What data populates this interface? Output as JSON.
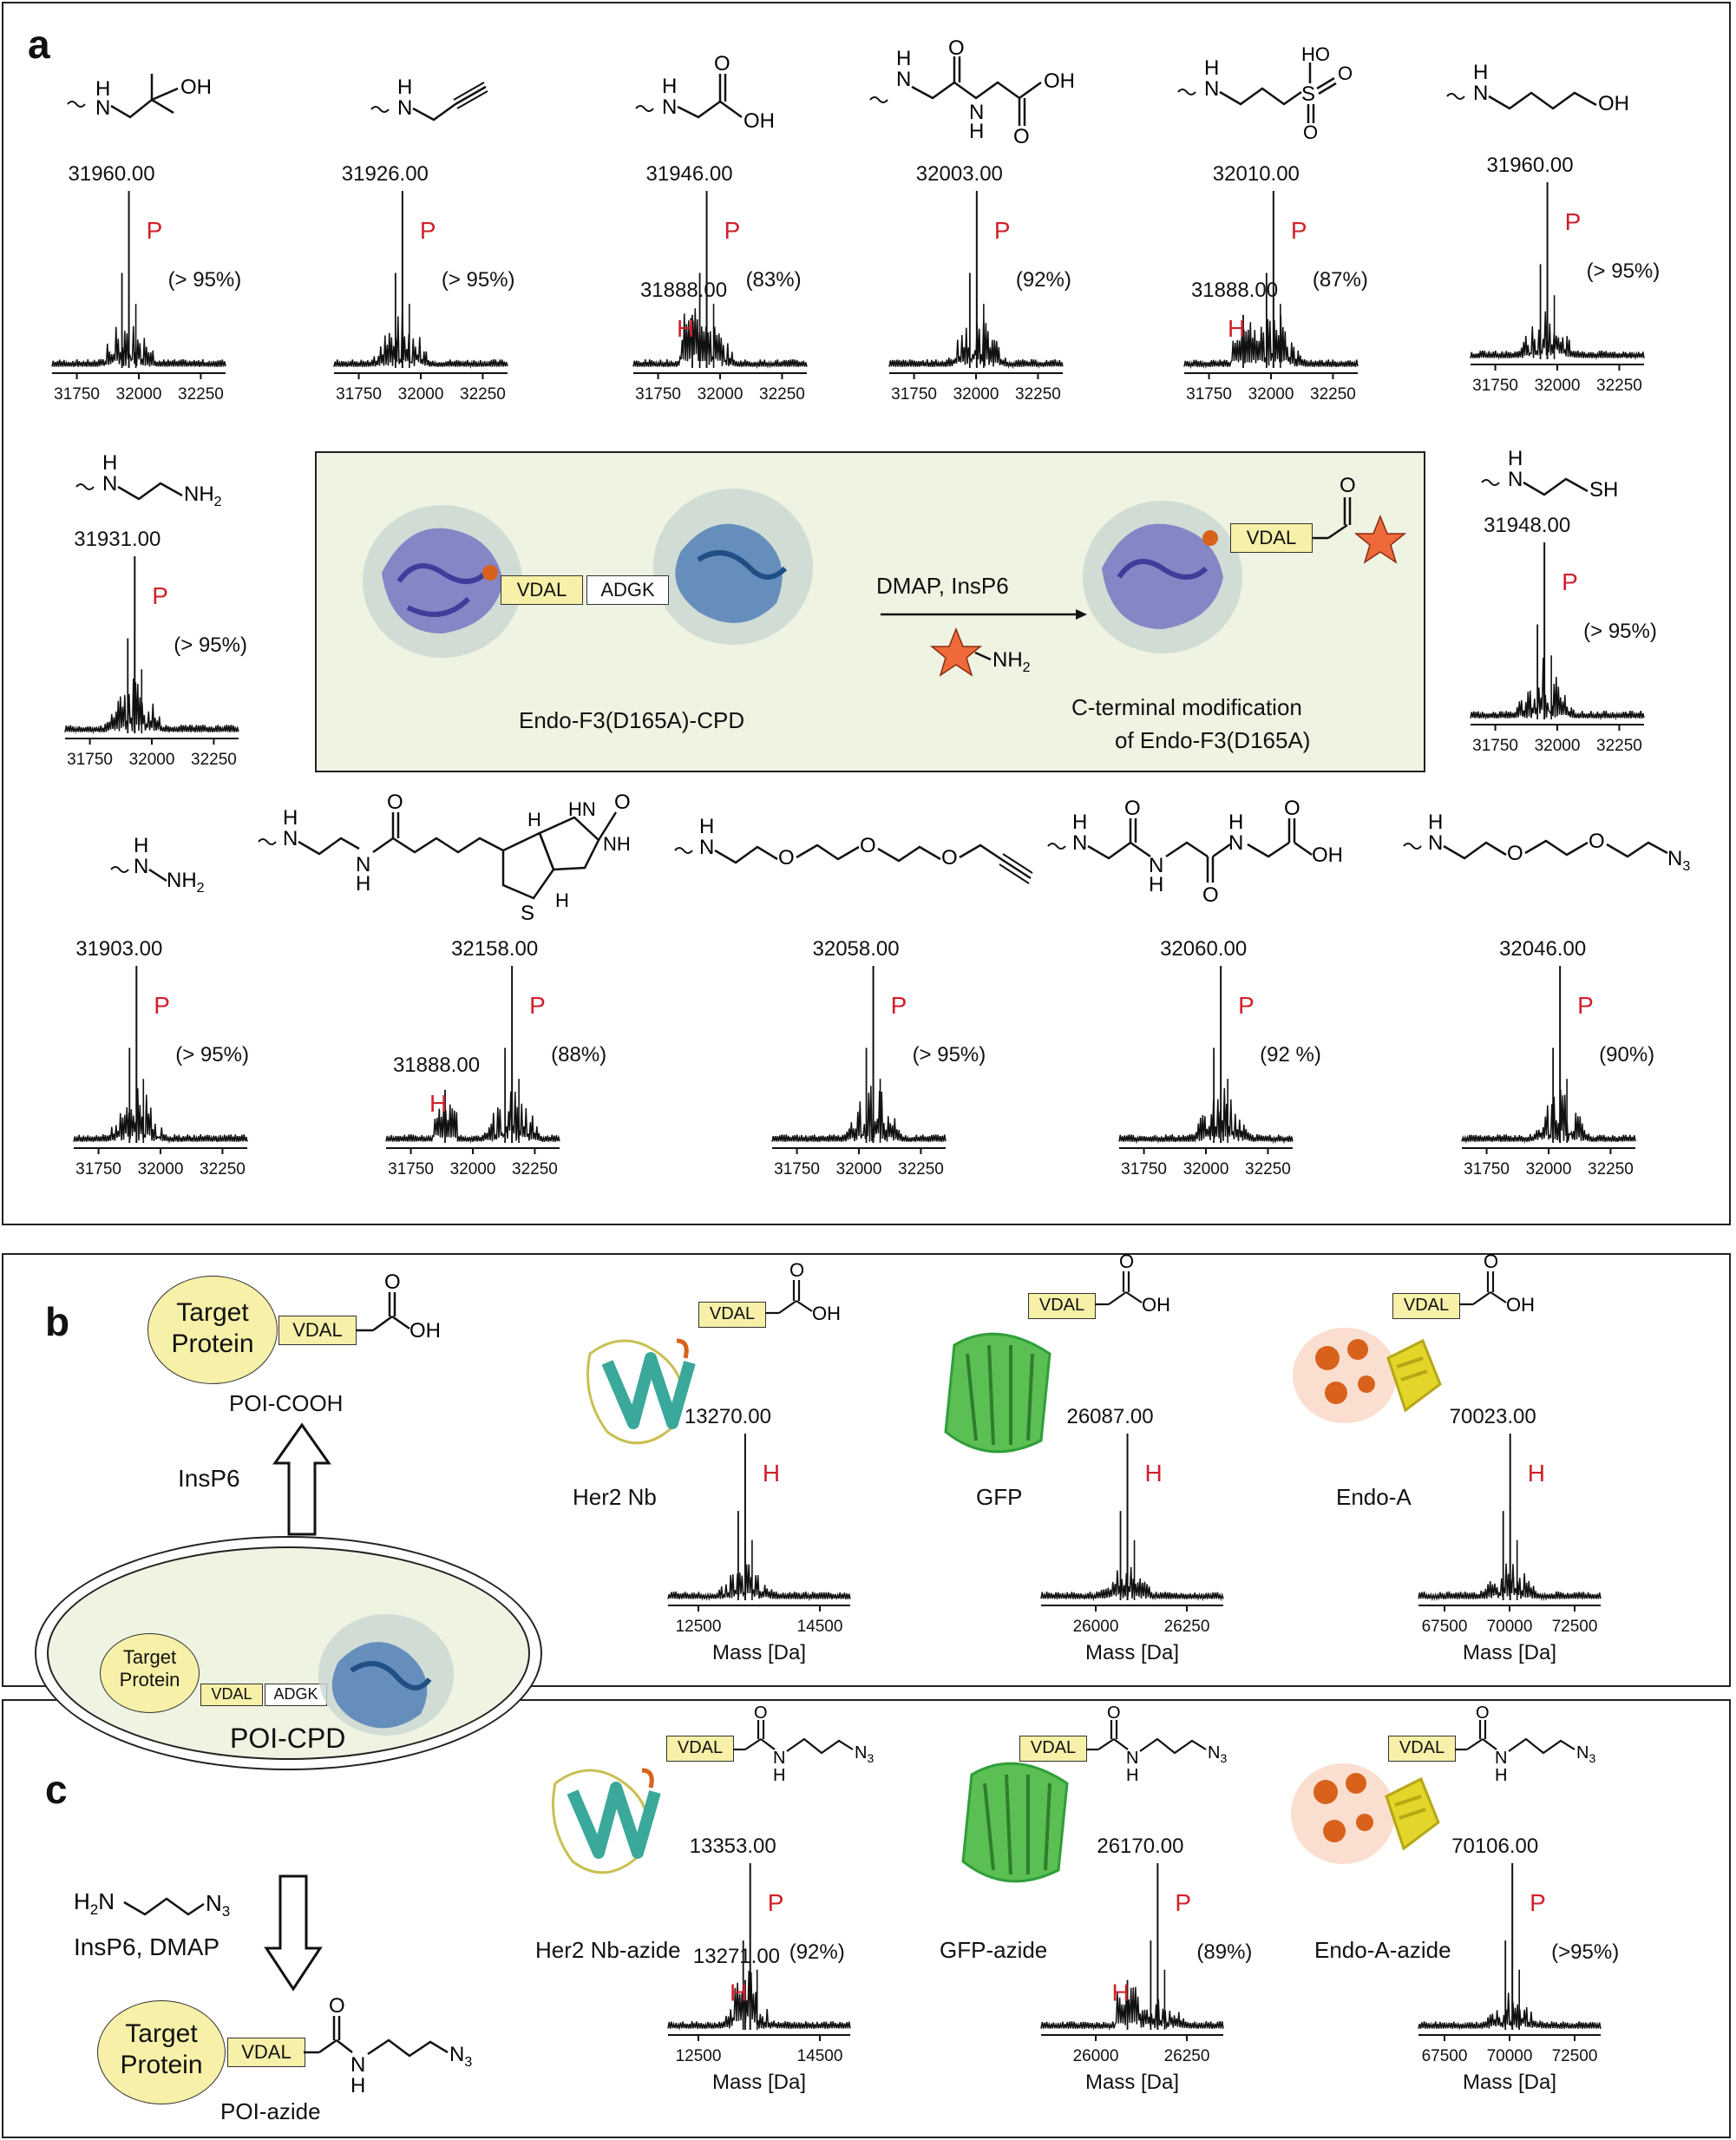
{
  "panels": {
    "a": "a",
    "b": "b",
    "c": "c"
  },
  "chart_data": [
    {
      "type": "line",
      "id": "a1",
      "peak_label": "31960.00",
      "peak_x": 31960,
      "marker": "P",
      "percent": "(> 95%)",
      "x_ticks": [
        "31750",
        "32000",
        "32250"
      ],
      "xlim": [
        31650,
        32350
      ]
    },
    {
      "type": "line",
      "id": "a2",
      "peak_label": "31926.00",
      "peak_x": 31926,
      "marker": "P",
      "percent": "(> 95%)",
      "x_ticks": [
        "31750",
        "32000",
        "32250"
      ],
      "xlim": [
        31650,
        32350
      ]
    },
    {
      "type": "line",
      "id": "a3",
      "peak_label": "31946.00",
      "peak_x": 31946,
      "marker": "P",
      "percent": "(83%)",
      "second_label": "31888.00",
      "second_x": 31888,
      "second_marker": "H",
      "x_ticks": [
        "31750",
        "32000",
        "32250"
      ],
      "xlim": [
        31650,
        32350
      ]
    },
    {
      "type": "line",
      "id": "a4",
      "peak_label": "32003.00",
      "peak_x": 32003,
      "marker": "P",
      "percent": "(92%)",
      "x_ticks": [
        "31750",
        "32000",
        "32250"
      ],
      "xlim": [
        31650,
        32350
      ]
    },
    {
      "type": "line",
      "id": "a5",
      "peak_label": "32010.00",
      "peak_x": 32010,
      "marker": "P",
      "percent": "(87%)",
      "second_label": "31888.00",
      "second_x": 31888,
      "second_marker": "H",
      "x_ticks": [
        "31750",
        "32000",
        "32250"
      ],
      "xlim": [
        31650,
        32350
      ]
    },
    {
      "type": "line",
      "id": "a6",
      "peak_label": "31960.00",
      "peak_x": 31960,
      "marker": "P",
      "percent": "(> 95%)",
      "x_ticks": [
        "31750",
        "32000",
        "32250"
      ],
      "xlim": [
        31650,
        32350
      ]
    },
    {
      "type": "line",
      "id": "a7",
      "peak_label": "31931.00",
      "peak_x": 31931,
      "marker": "P",
      "percent": "(> 95%)",
      "x_ticks": [
        "31750",
        "32000",
        "32250"
      ],
      "xlim": [
        31650,
        32350
      ]
    },
    {
      "type": "line",
      "id": "a8",
      "peak_label": "31948.00",
      "peak_x": 31948,
      "marker": "P",
      "percent": "(> 95%)",
      "x_ticks": [
        "31750",
        "32000",
        "32250"
      ],
      "xlim": [
        31650,
        32350
      ]
    },
    {
      "type": "line",
      "id": "a9",
      "peak_label": "31903.00",
      "peak_x": 31903,
      "marker": "P",
      "percent": "(> 95%)",
      "x_ticks": [
        "31750",
        "32000",
        "32250"
      ],
      "xlim": [
        31650,
        32350
      ]
    },
    {
      "type": "line",
      "id": "a10",
      "peak_label": "32158.00",
      "peak_x": 32158,
      "marker": "P",
      "percent": "(88%)",
      "second_label": "31888.00",
      "second_x": 31888,
      "second_marker": "H",
      "x_ticks": [
        "31750",
        "32000",
        "32250"
      ],
      "xlim": [
        31650,
        32350
      ]
    },
    {
      "type": "line",
      "id": "a11",
      "peak_label": "32058.00",
      "peak_x": 32058,
      "marker": "P",
      "percent": "(> 95%)",
      "x_ticks": [
        "31750",
        "32000",
        "32250"
      ],
      "xlim": [
        31650,
        32350
      ]
    },
    {
      "type": "line",
      "id": "a12",
      "peak_label": "32060.00",
      "peak_x": 32060,
      "marker": "P",
      "percent": "(92 %)",
      "x_ticks": [
        "31750",
        "32000",
        "32250"
      ],
      "xlim": [
        31650,
        32350
      ]
    },
    {
      "type": "line",
      "id": "a13",
      "peak_label": "32046.00",
      "peak_x": 32046,
      "marker": "P",
      "percent": "(90%)",
      "x_ticks": [
        "31750",
        "32000",
        "32250"
      ],
      "xlim": [
        31650,
        32350
      ]
    },
    {
      "type": "line",
      "id": "b1",
      "peak_label": "13270.00",
      "peak_x": 13270,
      "marker": "H",
      "percent": "",
      "x_ticks": [
        "12500",
        "14500"
      ],
      "xlim": [
        12000,
        15000
      ],
      "xlabel": "Mass [Da]"
    },
    {
      "type": "line",
      "id": "b2",
      "peak_label": "26087.00",
      "peak_x": 26087,
      "marker": "H",
      "percent": "",
      "x_ticks": [
        "26000",
        "26250"
      ],
      "xlim": [
        25850,
        26350
      ],
      "xlabel": "Mass [Da]"
    },
    {
      "type": "line",
      "id": "b3",
      "peak_label": "70023.00",
      "peak_x": 70023,
      "marker": "H",
      "percent": "",
      "x_ticks": [
        "67500",
        "70000",
        "72500"
      ],
      "xlim": [
        66500,
        73500
      ],
      "xlabel": "Mass [Da]"
    },
    {
      "type": "line",
      "id": "c1",
      "peak_label": "13353.00",
      "peak_x": 13353,
      "marker": "P",
      "percent": "(92%)",
      "second_label": "13271.00",
      "second_x": 13271,
      "second_marker": "H",
      "x_ticks": [
        "12500",
        "14500"
      ],
      "xlim": [
        12000,
        15000
      ],
      "xlabel": "Mass [Da]"
    },
    {
      "type": "line",
      "id": "c2",
      "peak_label": "26170.00",
      "peak_x": 26170,
      "marker": "P",
      "percent": "(89%)",
      "second_marker": "H",
      "second_x": 26087,
      "x_ticks": [
        "26000",
        "26250"
      ],
      "xlim": [
        25850,
        26350
      ],
      "xlabel": "Mass [Da]"
    },
    {
      "type": "line",
      "id": "c3",
      "peak_label": "70106.00",
      "peak_x": 70106,
      "marker": "P",
      "percent": "(>95%)",
      "x_ticks": [
        "67500",
        "70000",
        "72500"
      ],
      "xlim": [
        66500,
        73500
      ],
      "xlabel": "Mass [Da]"
    }
  ],
  "molecules": {
    "m_oh2": "OH",
    "m_oh": "OH",
    "m_so3": "HO",
    "m_so3o": "O",
    "m_sh": "SH",
    "m_nh2": "NH2",
    "m_n3": "N3",
    "m_h": "H",
    "m_n": "N",
    "m_o": "O",
    "m_s": "S",
    "m_nh": "NH"
  },
  "scheme": {
    "vdal": "VDAL",
    "adgk": "ADGK",
    "reagents": "DMAP, InsP6",
    "amine": "NH2",
    "left_caption": "Endo-F3(D165A)-CPD",
    "right_caption_1": "C-terminal modification",
    "right_caption_2": "of Endo-F3(D165A)",
    "o": "O"
  },
  "panel_b": {
    "target_line1": "Target",
    "target_line2": "Protein",
    "vdal": "VDAL",
    "oh": "OH",
    "o": "O",
    "product": "POI-COOH",
    "reagent": "InsP6",
    "labels": [
      "Her2 Nb",
      "GFP",
      "Endo-A"
    ]
  },
  "panel_c": {
    "reagent_line1": "H2N",
    "reagent_n3": "N3",
    "reagent_line2": "InsP6, DMAP",
    "target_line1": "Target",
    "target_line2": "Protein",
    "vdal": "VDAL",
    "nh": "H",
    "n": "N",
    "n3": "N3",
    "o": "O",
    "product": "POI-azide",
    "labels": [
      "Her2 Nb-azide",
      "GFP-azide",
      "Endo-A-azide"
    ]
  },
  "poi_cpd": {
    "target_line1": "Target",
    "target_line2": "Protein",
    "vdal": "VDAL",
    "adgk": "ADGK",
    "caption": "POI-CPD"
  },
  "colors": {
    "marker": "#d0202a",
    "vdal_fill": "#f6f0a8",
    "scheme_bg": "#eef3e2",
    "protein_blue": "#4a7ab5",
    "protein_purple": "#6a6ac0",
    "gfp_green": "#2f9e3a",
    "nb_teal": "#3aa89a",
    "endo_orange": "#d8621c",
    "endo_yellow": "#e4d52a"
  }
}
